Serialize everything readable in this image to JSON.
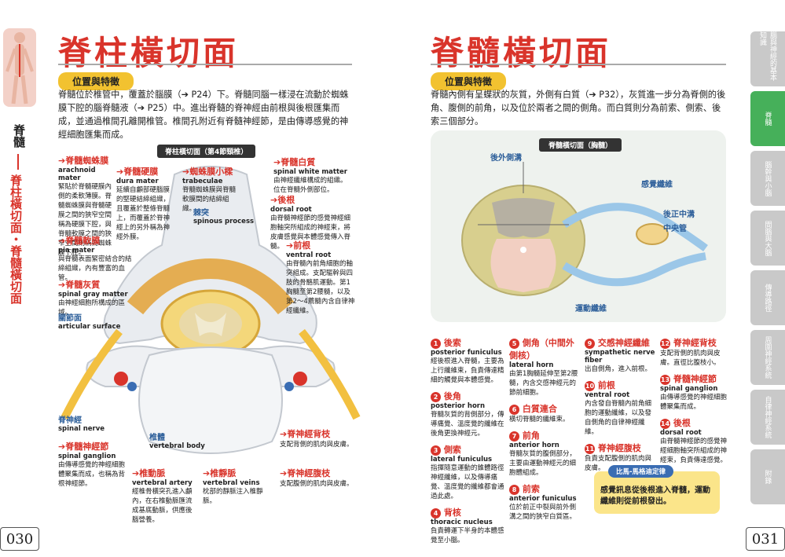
{
  "left": {
    "title": "脊柱橫切面",
    "badge": "位置與特徵",
    "para": "脊髓位於椎管中，覆蓋於腦膜（➔ P24）下。脊髓同腦一樣浸在流動於蜘蛛膜下腔的腦脊髓液（➔ P25）中。進出脊髓的脊神經由前根與後根匯集而成，並通過椎間孔離開椎管。椎間孔附近有脊髓神經節，是由傳導感覺的神經細胞匯集而成。",
    "side_label": "脊髓",
    "side_sub": "脊柱橫切面・脊髓橫切面",
    "diagram_title": "脊柱橫切面（第4節頸椎）",
    "page_num": "030",
    "labels": {
      "arachnoid": {
        "zh": "➔脊髓蜘蛛膜",
        "en": "arachnoid mater",
        "desc": "緊貼於脊髓硬膜內側的柔軟薄膜。脊髓蜘蛛膜與脊髓硬膜之間的狹窄空間稱為硬膜下腔，與脊髓軟膜之間的狹窄空間則稱為蜘蛛膜下腔。"
      },
      "dura": {
        "zh": "➔脊髓硬膜",
        "en": "dura mater",
        "desc": "延續自顱部硬腦膜的堅硬結締組織，且覆蓋於整條脊髓上，而覆蓋於脊神經上的另外稱為神經外膜。"
      },
      "trabeculae": {
        "zh": "➔蜘蛛膜小樑",
        "en": "trabeculae",
        "desc": "脊髓蜘蛛膜與脊髓軟膜間的結締組織。"
      },
      "spinous": {
        "zh": "棘突",
        "en": "spinous process"
      },
      "white": {
        "zh": "➔脊髓白質",
        "en": "spinal white matter",
        "desc": "由神經纖維構成的組織。位在脊髓外側部位。"
      },
      "dorsal_root": {
        "zh": "➔後根",
        "en": "dorsal root",
        "desc": "由脊髓神經節的感覺神經細胞軸突所組成的神經束，將皮膚感覺與本體感覺傳入脊髓。"
      },
      "pia": {
        "zh": "➔脊髓軟膜",
        "en": "pia mater",
        "desc": "與脊髓表面緊密結合的結締組織，內有豐富的血管。"
      },
      "ventral_root": {
        "zh": "➔前根",
        "en": "ventral root",
        "desc": "由脊髓內前角細胞的軸突組成。支配驅幹與四肢的骨骼肌運動。第1胸髓至第2腰髓，以及第2～4薦髓內含自律神經纖維。"
      },
      "gray": {
        "zh": "➔脊髓灰質",
        "en": "spinal gray matter",
        "desc": "由神經細胞所構成的區域。"
      },
      "articular": {
        "zh": "關節面",
        "en": "articular surface"
      },
      "spinal_nerve": {
        "zh": "脊神經",
        "en": "spinal nerve"
      },
      "ganglion": {
        "zh": "➔脊髓神經節",
        "en": "spinal ganglion",
        "desc": "由傳導感覺的神經細胞體聚集而成，也稱為背根神經節。"
      },
      "body": {
        "zh": "椎體",
        "en": "vertebral body"
      },
      "artery": {
        "zh": "➔椎動脈",
        "en": "vertebral artery",
        "desc": "經椎骨橫突孔進入顱內，在右椎動脈匯流成基底動脈，供應後腦營養。"
      },
      "veins": {
        "zh": "➔椎靜脈",
        "en": "vertebral veins",
        "desc": "枕部的靜脈注入椎靜脈。"
      },
      "dorsal_branch": {
        "zh": "➔脊神經背枝",
        "desc": "支配背側的肌肉與皮膚。"
      },
      "ventral_branch": {
        "zh": "➔脊神經腹枝",
        "desc": "支配腹側的肌肉與皮膚。"
      }
    }
  },
  "right": {
    "title": "脊髓橫切面",
    "badge": "位置與特徵",
    "para": "脊髓內側有呈蝶狀的灰質，外側有白質（➔ P32），灰質進一步分為脊側的後角、腹側的前角，以及位於兩者之間的側角。而白質則分為前索、側索、後索三個部分。",
    "diagram_title": "脊髓橫切面（胸髓）",
    "page_num": "031",
    "diagram_labels": {
      "posterior_median": "後外側溝",
      "sensory": "感覺纖維",
      "posterior_sulcus": "後正中溝",
      "central": "中央管",
      "motor": "運動纖維"
    },
    "items": [
      {
        "n": "1",
        "zh": "後索",
        "en": "posterior funiculus",
        "desc": "經後根進入脊髓，主要為上行纖維束，負責傳達精細的觸覺與本體感覺。"
      },
      {
        "n": "2",
        "zh": "後角",
        "en": "posterior horn",
        "desc": "脊髓灰質的背側部分，傳導痛覺、溫度覺的纖維在後角更換神經元。"
      },
      {
        "n": "3",
        "zh": "側索",
        "en": "lateral funiculus",
        "desc": "指揮隨意運動的錐體路徑神經纖維，以及傳導痛覺、溫度覺的纖維都會通過此處。"
      },
      {
        "n": "4",
        "zh": "背核",
        "en": "thoracic nucleus",
        "desc": "負責轉運下半身的本體感覺至小腦。"
      },
      {
        "n": "5",
        "zh": "側角（中間外側核）",
        "en": "lateral horn",
        "desc": "由第1胸髓延伸至第2腰髓，內含交感神經元的節前細胞。"
      },
      {
        "n": "6",
        "zh": "白質連合",
        "en": "",
        "desc": "橫切脊髓的纖維束。"
      },
      {
        "n": "7",
        "zh": "前角",
        "en": "anterior horn",
        "desc": "脊髓灰質的腹側部分，主要由運動神經元的細胞體組成。"
      },
      {
        "n": "8",
        "zh": "前索",
        "en": "anterior funiculus",
        "desc": "位於前正中裂與前外側溝之間的狹窄白質區。"
      },
      {
        "n": "9",
        "zh": "交感神經纖維",
        "en": "sympathetic nerve fiber",
        "desc": "出自側角，進入前根。"
      },
      {
        "n": "10",
        "zh": "前根",
        "en": "ventral root",
        "desc": "內含發自脊髓內前角細胞的運動纖維，以及發自側角的自律神經纖維。"
      },
      {
        "n": "11",
        "zh": "脊神經腹枝",
        "en": "",
        "desc": "負責支配腹側的肌肉與皮膚。"
      },
      {
        "n": "12",
        "zh": "脊神經背枝",
        "en": "",
        "desc": "支配背側的肌肉與皮膚。直徑比腹枝小。"
      },
      {
        "n": "13",
        "zh": "脊髓神經節",
        "en": "spinal ganglion",
        "desc": "由傳導感覺的神經細胞體聚集而成。"
      },
      {
        "n": "14",
        "zh": "後根",
        "en": "dorsal root",
        "desc": "由脊髓神經節的感覺神經細胞軸突所組成的神經束，負責傳達感覺。"
      }
    ],
    "memo_title": "比馬-馬格迪定律",
    "memo_text": "感覺訊息從後根進入脊髓，運動纖維則從前根發出。"
  },
  "tabs": [
    {
      "label": "腦與神經的基本知識",
      "active": false
    },
    {
      "label": "脊髓",
      "active": true
    },
    {
      "label": "腦幹與小腦",
      "active": false
    },
    {
      "label": "間腦與大腦",
      "active": false
    },
    {
      "label": "傳導路徑",
      "active": false
    },
    {
      "label": "周圍神經系統",
      "active": false
    },
    {
      "label": "自律神經系統",
      "active": false
    },
    {
      "label": "附錄",
      "active": false
    }
  ],
  "colors": {
    "accent": "#d9342b",
    "badge": "#f2c230",
    "tab_active": "#46b05a",
    "tab": "#c9c9c9",
    "gray_matter": "#d8cf8e",
    "memo_bg": "#fbe58a"
  }
}
